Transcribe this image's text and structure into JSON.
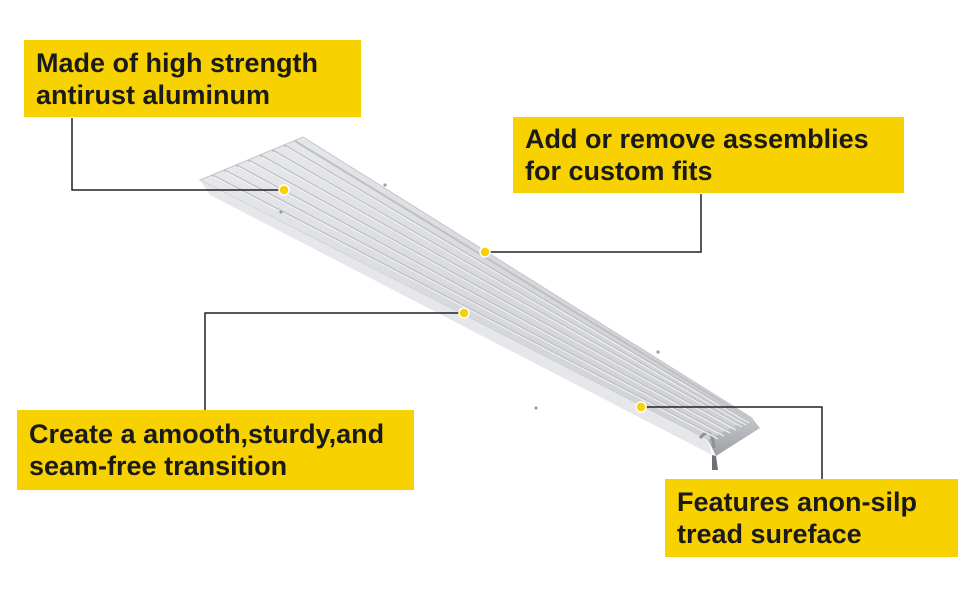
{
  "callouts": {
    "material": {
      "line1": "Made of high strength",
      "line2": "antirust aluminum"
    },
    "assemblies": {
      "line1": "Add or remove assemblies",
      "line2": "for custom fits"
    },
    "transition": {
      "line1": "Create a amooth,sturdy,and",
      "line2": "seam-free transition"
    },
    "tread": {
      "line1": "Features anon-silp",
      "line2": "tread sureface"
    }
  },
  "colors": {
    "callout_bg": "#f7d100",
    "callout_text": "#1a1a1a",
    "leader_line": "#222222",
    "marker": "#f7d100",
    "aluminum": "#d9dadd"
  }
}
